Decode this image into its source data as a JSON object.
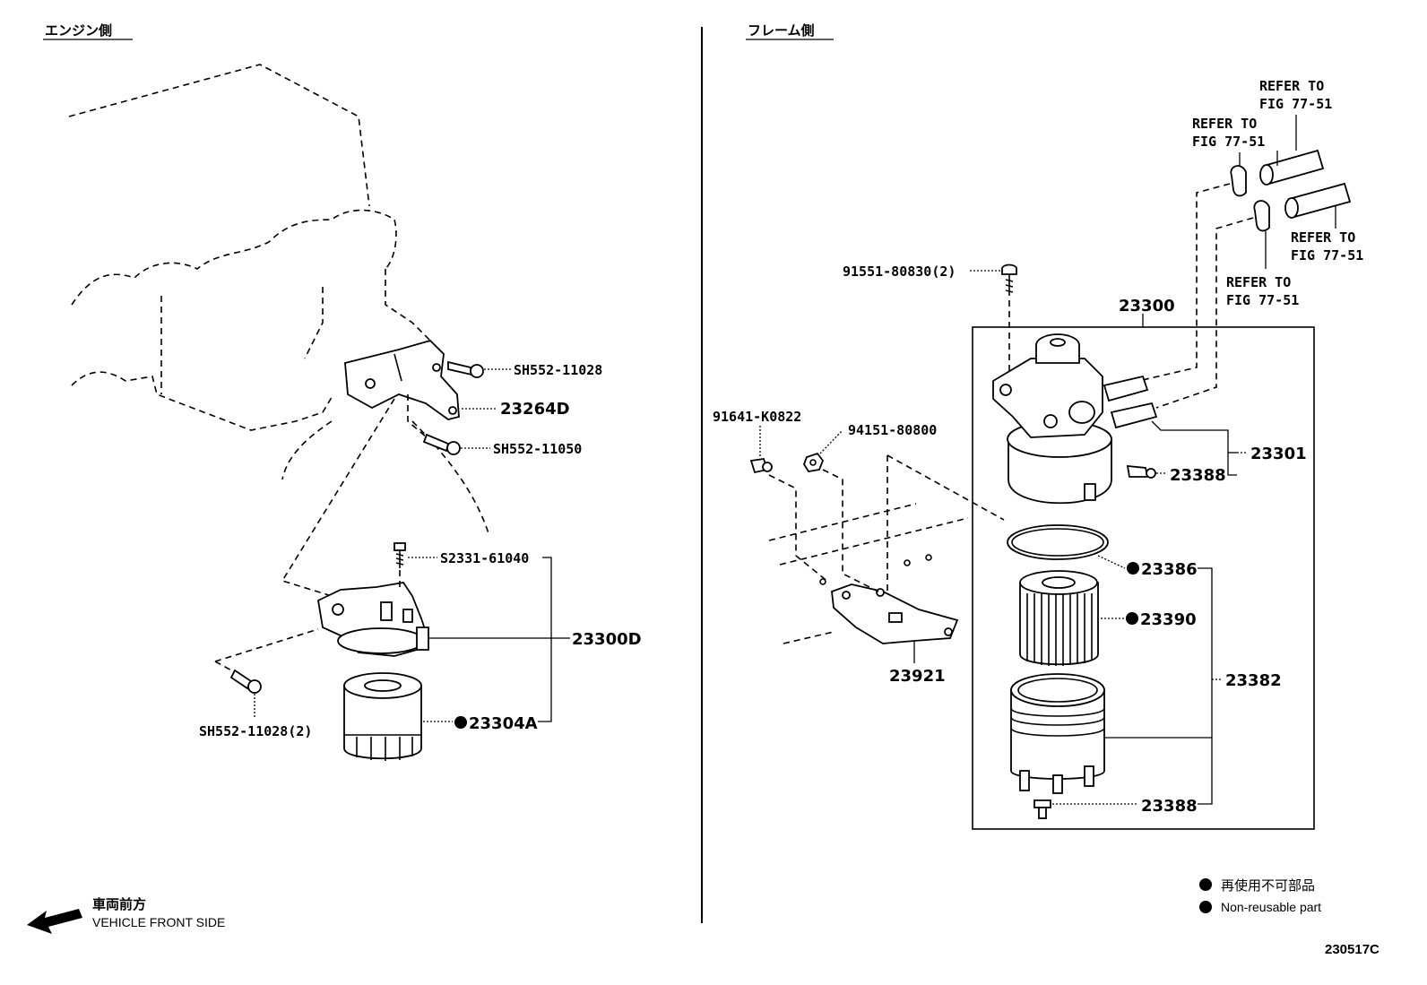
{
  "headers": {
    "engine_side": "エンジン側",
    "frame_side": "フレーム側"
  },
  "parts": {
    "sh552_11028_top": "SH552-11028",
    "p23264d": "23264D",
    "sh552_11050": "SH552-11050",
    "s2331_61040": "S2331-61040",
    "p23300d": "23300D",
    "p23304a": "23304A",
    "sh552_11028_2": "SH552-11028(2)",
    "p91551": "91551-80830(2)",
    "p91641": "91641-K0822",
    "p94151": "94151-80800",
    "p23300": "23300",
    "p23301": "23301",
    "p23388_top": "23388",
    "p23386": "23386",
    "p23390": "23390",
    "p23382": "23382",
    "p23388_bottom": "23388",
    "p23921": "23921"
  },
  "refer": {
    "line1": "REFER TO",
    "line2": "FIG 77-51"
  },
  "legend": {
    "jp": "再使用不可部品",
    "en": "Non-reusable part"
  },
  "direction": {
    "jp": "車両前方",
    "en": "VEHICLE FRONT SIDE"
  },
  "figure_code": "230517C"
}
